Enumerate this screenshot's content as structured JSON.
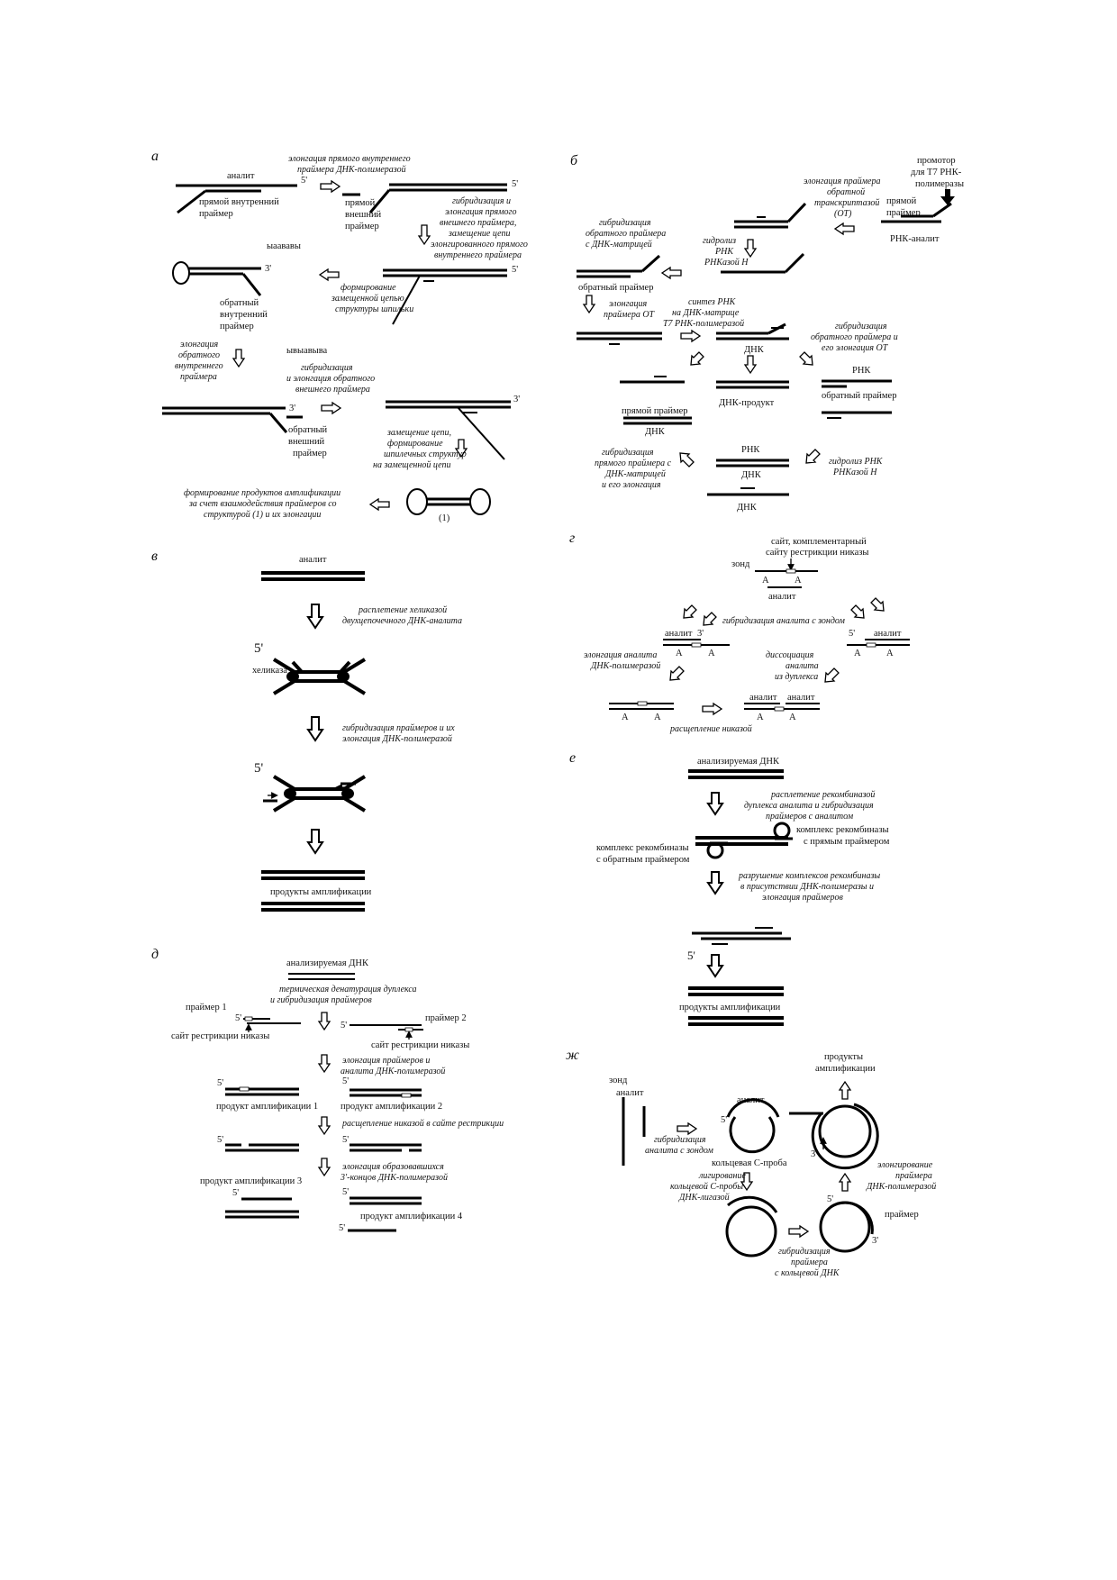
{
  "panels": {
    "a": {
      "letter": "а",
      "analit": "аналит",
      "fwd_inner": [
        "прямой внутренний",
        "праймер"
      ],
      "elong_fwd_inner": [
        "элонгация прямого внутреннего",
        "праймера ДНК-полимеразой"
      ],
      "fwd_outer": [
        "прямой",
        "внешний",
        "праймер"
      ],
      "hybrid_fwd_outer": [
        "гибридизация и",
        "элонгация прямого",
        "внешнего праймера,",
        "замещение цепи",
        "элонгированного прямого",
        "внутреннего праймера"
      ],
      "junk1": "ыаававы",
      "hairpin_forming": [
        "формирование",
        "замещенной цепью",
        "структуры шпильки"
      ],
      "rev_inner": [
        "обратный",
        "внутренний",
        "праймер"
      ],
      "elong_rev_inner": [
        "элонгация",
        "обратного",
        "внутреннего",
        "праймера"
      ],
      "junk2": "ывыавыва",
      "hybrid_rev_outer": [
        "гибридизация",
        "и элонгация обратного",
        "внешнего праймера"
      ],
      "rev_outer": [
        "обратный",
        "внешний",
        "праймер"
      ],
      "displacement": [
        "замещение цепи,",
        "формирование",
        "шпилечных структур",
        "на замещенной цепи"
      ],
      "products": [
        "формирование продуктов амплификации",
        "за счет взаимодействия праймеров со",
        "структурой (1) и их элонгации"
      ],
      "struct_label": "(1)",
      "five": "5'",
      "three": "3'"
    },
    "b": {
      "letter": "б",
      "promoter": [
        "промотор",
        "для Т7 РНК-",
        "полимеразы"
      ],
      "fwd_primer": [
        "прямой",
        "праймер"
      ],
      "rna_analit": "РНК-аналит",
      "elong_rt": [
        "элонгация праймера",
        "обратной",
        "транскриптазой",
        "(ОТ)"
      ],
      "hybrid_rev_dna": [
        "гибридизация",
        "обратного праймера",
        "с ДНК-матрицей"
      ],
      "hydrolysis": [
        "гидролиз",
        "РНК",
        "РНКазой Н"
      ],
      "rev_primer": "обратный праймер",
      "elong_ot": [
        "элонгация",
        "праймера ОТ"
      ],
      "rna_synth": [
        "синтез РНК",
        "на ДНК-матрице",
        "Т7 РНК-полимеразой"
      ],
      "dna": "ДНК",
      "hybrid_rev_ot": [
        "гибридизация",
        "обратного праймера и",
        "его элонгация ОТ"
      ],
      "rna": "РНК",
      "rev_primer2": "обратный праймер",
      "dna_product": "ДНК-продукт",
      "fwd_primer2": "прямой праймер",
      "dna2": "ДНК",
      "rna2": "РНК",
      "dna3": "ДНК",
      "hydrolysis2": [
        "гидролиз РНК",
        "РНКазой Н"
      ],
      "hybrid_fwd_dna": [
        "гибридизация",
        "прямого праймера с",
        "ДНК-матрицей",
        "и его элонгация"
      ],
      "dna4": "ДНК"
    },
    "v": {
      "letter": "в",
      "analit": "аналит",
      "unwind": [
        "расплетение хеликазой",
        "двухцепочечного ДНК-аналита"
      ],
      "five": "5'",
      "helicase": "хеликаза",
      "hybrid": [
        "гибридизация праймеров и их",
        "элонгация ДНК-полимеразой"
      ],
      "five2": "5'",
      "products": "продукты амплификации"
    },
    "g": {
      "letter": "г",
      "site": [
        "сайт, комплементарный",
        "сайту рестрикции никазы"
      ],
      "probe": "зонд",
      "A": "А",
      "analit": "аналит",
      "hybrid_probe": "гибридизация аналита с зондом",
      "analit2": "аналит",
      "analit3": "аналит",
      "three": "3'",
      "five": "5'",
      "elong": [
        "элонгация аналита",
        "ДНК-полимеразой"
      ],
      "dissoc": [
        "диссоциация",
        "аналита",
        "из дуплекса"
      ],
      "analit_pair": [
        "аналит",
        "аналит"
      ],
      "cleave": "расщепление никазой"
    },
    "d": {
      "letter": "д",
      "dna": "анализируемая ДНК",
      "denat": [
        "термическая денатурация дуплекса",
        "и гибридизация праймеров"
      ],
      "primer1": "праймер 1",
      "primer2": "праймер 2",
      "nick_site1": "сайт рестрикции никазы",
      "nick_site2": "сайт рестрикции никазы",
      "elong": [
        "элонгация праймеров и",
        "аналита ДНК-полимеразой"
      ],
      "prod1": "продукт амплификации  1",
      "prod2": "продукт амплификации  2",
      "cleave": "расщепление никазой в сайте рестрикции",
      "elong3": [
        "элонгация образовавшихся",
        "3'-концов ДНК-полимеразой"
      ],
      "prod3": "продукт амплификации  3",
      "prod4": "продукт амплификации  4",
      "five": "5'"
    },
    "e": {
      "letter": "е",
      "dna": "анализируемая ДНК",
      "unwind": [
        "расплетение рекомбиназой",
        "дуплекса аналита и гибридизация",
        "праймеров с аналитом"
      ],
      "rec_rev": [
        "комплекс рекомбиназы",
        "с обратным праймером"
      ],
      "rec_fwd": [
        "комплекс рекомбиназы",
        "с прямым праймером"
      ],
      "destroy": [
        "разрушение комплексов рекомбиназы",
        "в присутствии ДНК-полимеразы и",
        "элонгация праймеров"
      ],
      "five": "5'",
      "products": "продукты амплификации"
    },
    "zh": {
      "letter": "ж",
      "products": [
        "продукты",
        "амплификации"
      ],
      "probe": "зонд",
      "analit": "аналит",
      "analit2": "аналит",
      "hybrid": [
        "гибридизация",
        "аналита с зондом"
      ],
      "circ_probe": "кольцевая С-проба",
      "ligate": [
        "лигирование",
        "кольцевой С-пробы",
        "ДНК-лигазой"
      ],
      "elong": [
        "элонгирование",
        "праймера",
        "ДНК-полимеразой"
      ],
      "primer": "праймер",
      "hybrid_primer": [
        "гибридизация",
        "праймера",
        "с кольцевой ДНК"
      ],
      "five": "5'",
      "three": "3'"
    }
  }
}
